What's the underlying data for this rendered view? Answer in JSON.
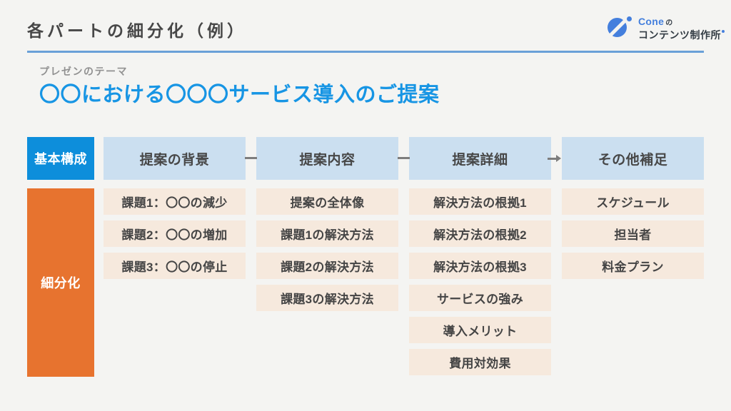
{
  "header": {
    "title": "各パートの細分化（例）",
    "logo": {
      "brand": "Cone",
      "particle": "の",
      "name": "コンテンツ制作所"
    }
  },
  "theme": {
    "label": "プレゼンのテーマ",
    "title": "〇〇における〇〇〇サービス導入のご提案"
  },
  "table": {
    "row_labels": [
      "基本構成",
      "細分化"
    ],
    "columns": [
      {
        "header": "提案の背景",
        "cells": [
          "課題1：〇〇の減少",
          "課題2：〇〇の増加",
          "課題3：〇〇の停止"
        ]
      },
      {
        "header": "提案内容",
        "cells": [
          "提案の全体像",
          "課題1の解決方法",
          "課題2の解決方法",
          "課題3の解決方法"
        ]
      },
      {
        "header": "提案詳細",
        "cells": [
          "解決方法の根拠1",
          "解決方法の根拠2",
          "解決方法の根拠3",
          "サービスの強み",
          "導入メリット",
          "費用対効果"
        ]
      },
      {
        "header": "その他補足",
        "cells": [
          "スケジュール",
          "担当者",
          "料金プラン"
        ]
      }
    ],
    "connectors": [
      "dash",
      "dash",
      "arrow"
    ]
  },
  "colors": {
    "background": "#f4f4f2",
    "title_text": "#474747",
    "divider_blue": "#69a0d8",
    "theme_blue": "#1795e4",
    "label_blue": "#0d8edb",
    "label_orange": "#e7732f",
    "header_light_blue": "#cbdff0",
    "cell_peach": "#f6e9dd",
    "connector_gray": "#7d7d7d",
    "logo_blue": "#447fdd"
  }
}
